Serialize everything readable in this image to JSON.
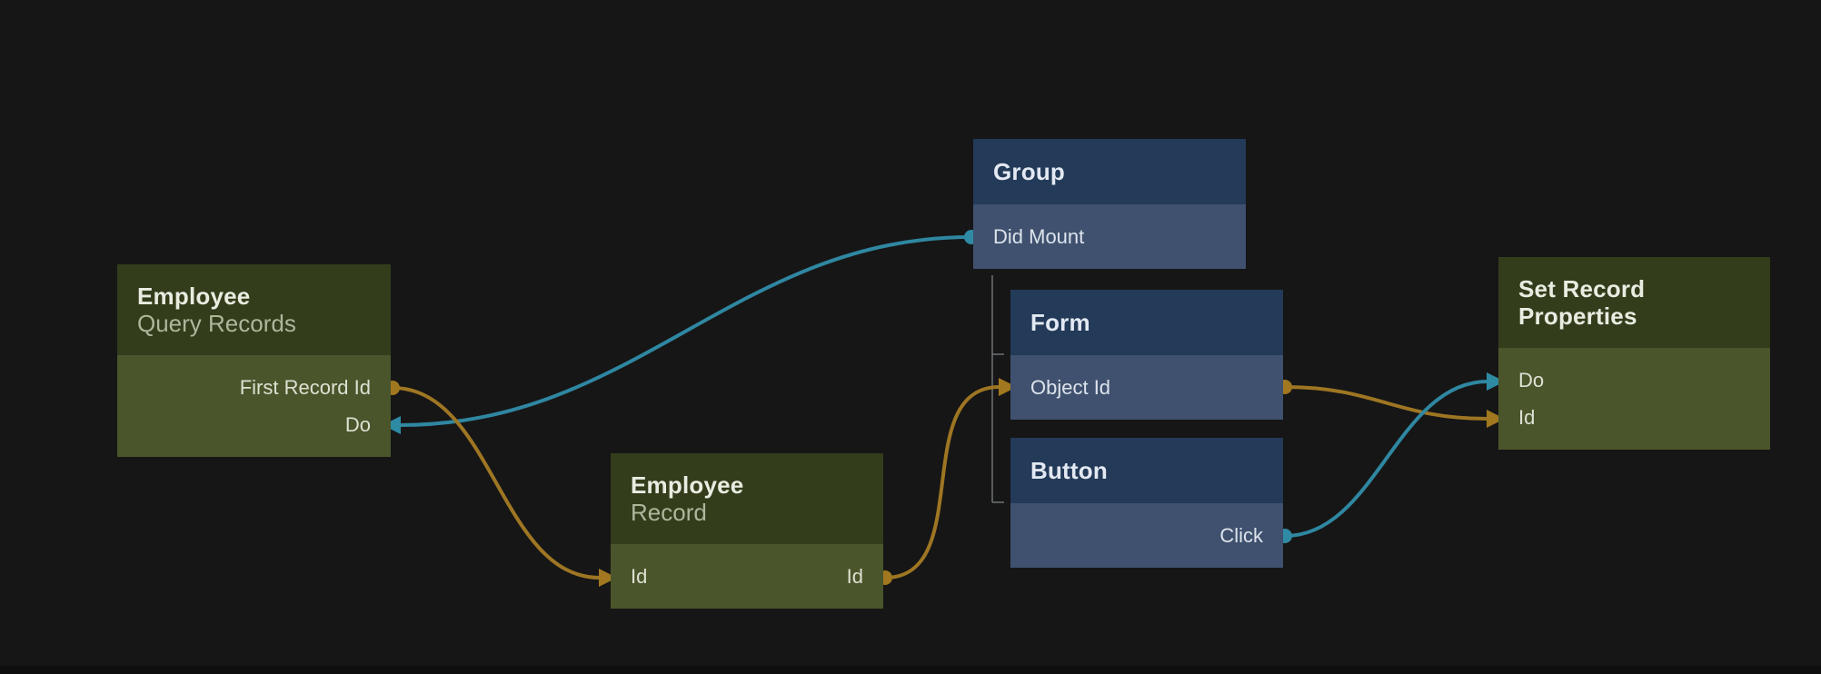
{
  "canvas": {
    "background": "#161616",
    "colors": {
      "olive_node_header": "#333d1c",
      "olive_node_body": "#4a552b",
      "blue_node_header": "#233a58",
      "blue_node_body": "#3f516e",
      "signal_edge_teal": "#2f87a1",
      "data_edge_orange": "#9e7623",
      "tree_connector_gray": "#6f7275"
    }
  },
  "nodes": [
    {
      "title": "Employee",
      "subtitle": "Query Records",
      "ports": [
        {
          "label": "First Record Id"
        },
        {
          "label": "Do"
        }
      ]
    },
    {
      "title": "Group",
      "ports": [
        {
          "label": "Did Mount"
        }
      ]
    },
    {
      "title": "Employee",
      "subtitle": "Record",
      "ports": [
        {
          "label": "Id"
        },
        {
          "label": "Id"
        }
      ]
    },
    {
      "title": "Form",
      "ports": [
        {
          "label": "Object Id"
        }
      ]
    },
    {
      "title": "Button",
      "ports": [
        {
          "label": "Click"
        }
      ]
    },
    {
      "title": "Set Record Properties",
      "ports": [
        {
          "label": "Do"
        },
        {
          "label": "Id"
        }
      ]
    }
  ],
  "edges": [
    {
      "from": "Group.Did Mount",
      "to": "Employee Query Records.Do",
      "color": "#2f87a1"
    },
    {
      "from": "Employee Query Records.First Record Id",
      "to": "Employee Record.Id",
      "color": "#9e7623"
    },
    {
      "from": "Employee Record.Id",
      "to": "Form.Object Id",
      "color": "#9e7623"
    },
    {
      "from": "Form.Object Id",
      "to": "Set Record Properties.Id",
      "color": "#9e7623"
    },
    {
      "from": "Button.Click",
      "to": "Set Record Properties.Do",
      "color": "#2f87a1"
    }
  ],
  "hierarchy": {
    "parent": "Group",
    "children": [
      "Form",
      "Button"
    ]
  }
}
